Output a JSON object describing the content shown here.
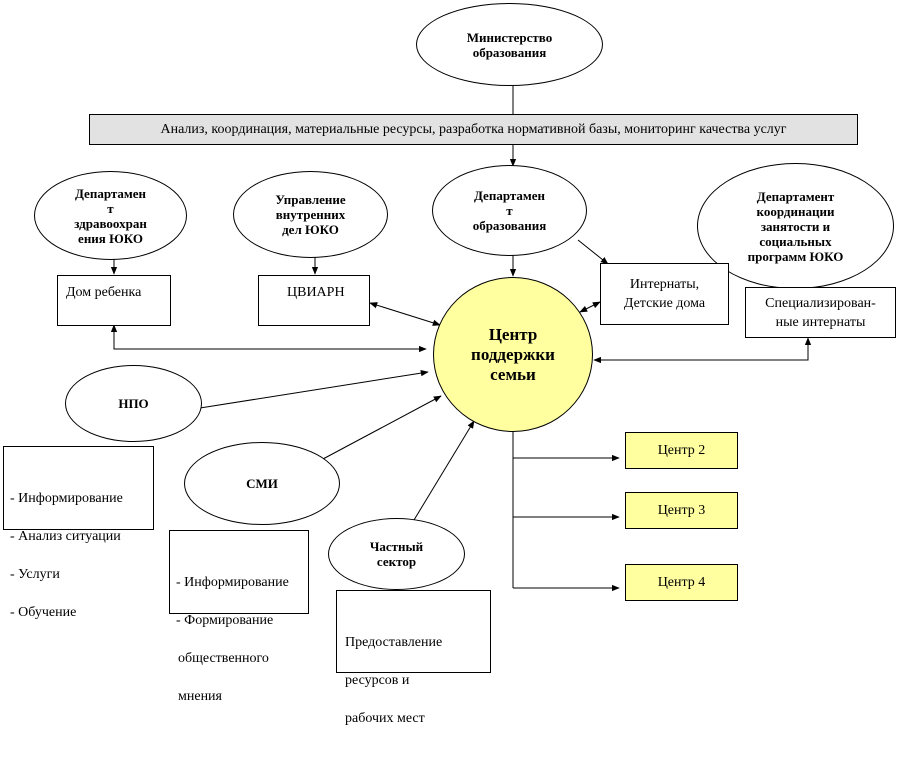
{
  "ministry": {
    "label": "Министерство\nобразования"
  },
  "band": {
    "label": "Анализ, координация, материальные ресурсы, разработка нормативной базы, мониторинг качества услуг"
  },
  "dept_health": {
    "label": "Департамен\nт\nздравоохран\nения ЮКО"
  },
  "dept_interior": {
    "label": "Управление\nвнутренних\nдел ЮКО"
  },
  "dept_education": {
    "label": "Департамен\nт\nобразования"
  },
  "dept_employment": {
    "label": "Департамент\nкоординации\nзанятости и\nсоциальных\nпрограмм ЮКО"
  },
  "baby_home": {
    "label": "Дом ребенка"
  },
  "tsviarn": {
    "label": "ЦВИАРН"
  },
  "boarding": {
    "label": "Интернаты,\nДетские дома"
  },
  "special_boarding": {
    "label": "Специализирован-\nные интернаты"
  },
  "center": {
    "label": "Центр\nподдержки\nсемьи"
  },
  "npo": {
    "label": "НПО",
    "items": [
      "- Информирование",
      "- Анализ ситуации",
      "- Услуги",
      "- Обучение"
    ]
  },
  "media": {
    "label": "СМИ",
    "items": [
      "- Информирование",
      "- Формирование",
      "общественного",
      "мнения"
    ]
  },
  "private": {
    "label": "Частный\nсектор",
    "items": [
      "Предоставление",
      "ресурсов и",
      "рабочих мест"
    ]
  },
  "centers": [
    {
      "label": "Центр 2"
    },
    {
      "label": "Центр 3"
    },
    {
      "label": "Центр 4"
    }
  ]
}
